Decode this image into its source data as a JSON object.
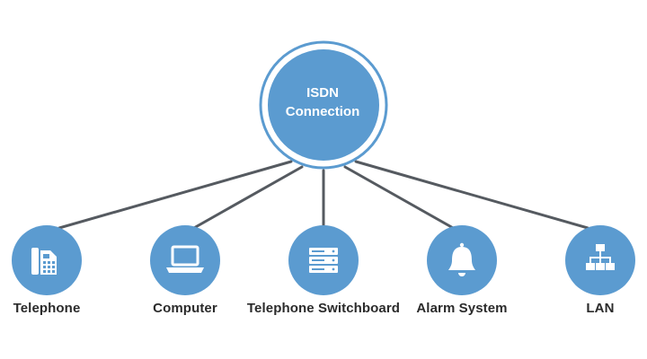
{
  "hub": {
    "line1": "ISDN",
    "line2": "Connection"
  },
  "nodes": [
    {
      "label": "Telephone",
      "icon": "telephone-icon"
    },
    {
      "label": "Computer",
      "icon": "laptop-icon"
    },
    {
      "label": "Telephone Switchboard",
      "icon": "switchboard-icon"
    },
    {
      "label": "Alarm System",
      "icon": "bell-icon"
    },
    {
      "label": "LAN",
      "icon": "network-icon"
    }
  ],
  "colors": {
    "node_fill": "#5b9bd0",
    "hub_fill": "#5b9bd0",
    "hub_ring": "#5b9bd0",
    "connector": "#555a60",
    "icon": "#ffffff",
    "label_text": "#2b2b2b"
  }
}
